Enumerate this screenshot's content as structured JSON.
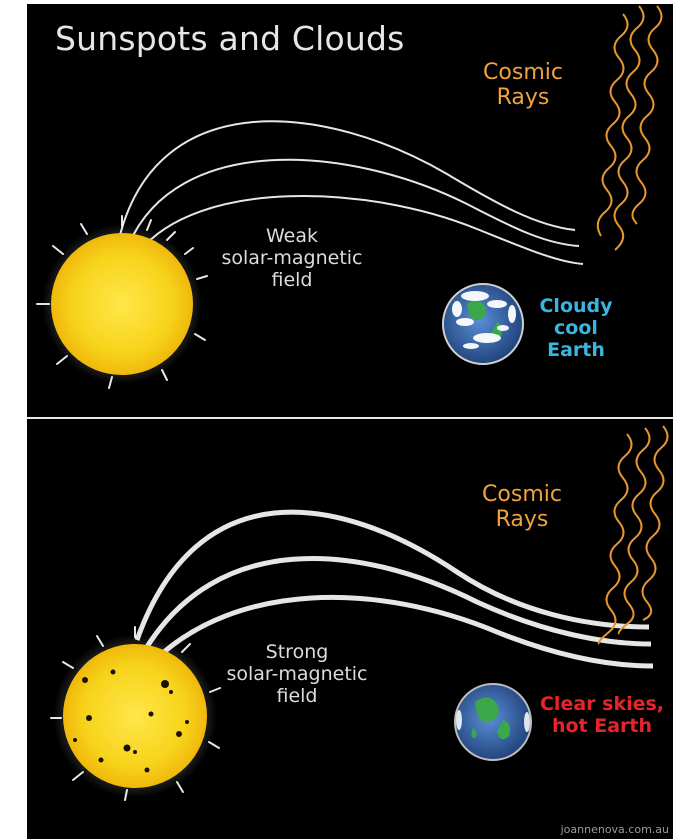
{
  "title": "Sunspots and Clouds",
  "panels": [
    {
      "id": "weak",
      "field_label": [
        "Weak",
        "solar-magnetic",
        "field"
      ],
      "cosmic_label": [
        "Cosmic",
        "Rays"
      ],
      "earth_label": [
        "Cloudy",
        "cool",
        "Earth"
      ],
      "earth_label_color": "#39b6e0"
    },
    {
      "id": "strong",
      "field_label": [
        "Strong",
        "solar-magnetic",
        "field"
      ],
      "cosmic_label": [
        "Cosmic",
        "Rays"
      ],
      "earth_label": [
        "Clear skies,",
        "hot Earth"
      ],
      "earth_label_color": "#e8242a"
    }
  ],
  "credit": "joannenova.com.au",
  "colors": {
    "background": "#000000",
    "sun": "#f7d31a",
    "field_lines": "#e6e6e6",
    "cosmic_rays": "#e8962e",
    "title_text": "#e6e6e6"
  }
}
